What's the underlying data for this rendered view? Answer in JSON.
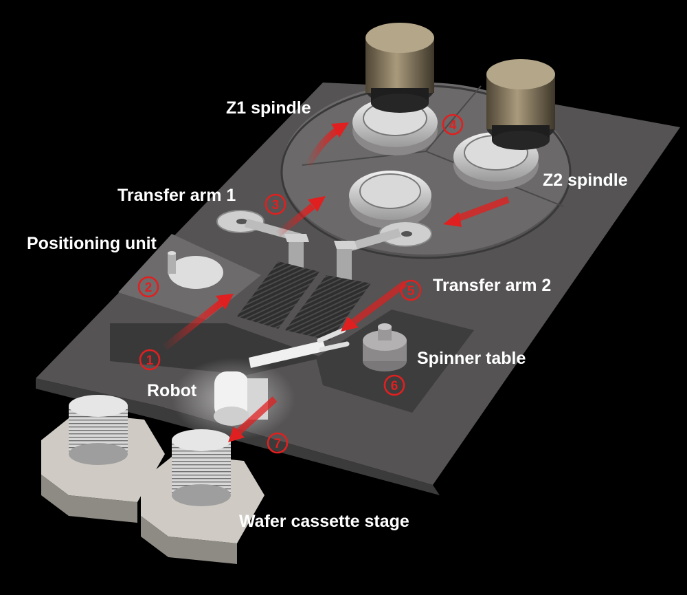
{
  "labels": {
    "z1_spindle": "Z1 spindle",
    "z2_spindle": "Z2 spindle",
    "transfer_arm_1": "Transfer arm 1",
    "transfer_arm_2": "Transfer arm 2",
    "positioning_unit": "Positioning unit",
    "spinner_table": "Spinner table",
    "robot": "Robot",
    "wafer_cassette_stage": "Wafer cassette stage"
  },
  "steps": [
    "1",
    "2",
    "3",
    "4",
    "5",
    "6",
    "7"
  ],
  "colors": {
    "background": "#000000",
    "arrow": "#e02020",
    "base_plate": "#5a5858",
    "spindle_body": "#7a6e5a"
  }
}
